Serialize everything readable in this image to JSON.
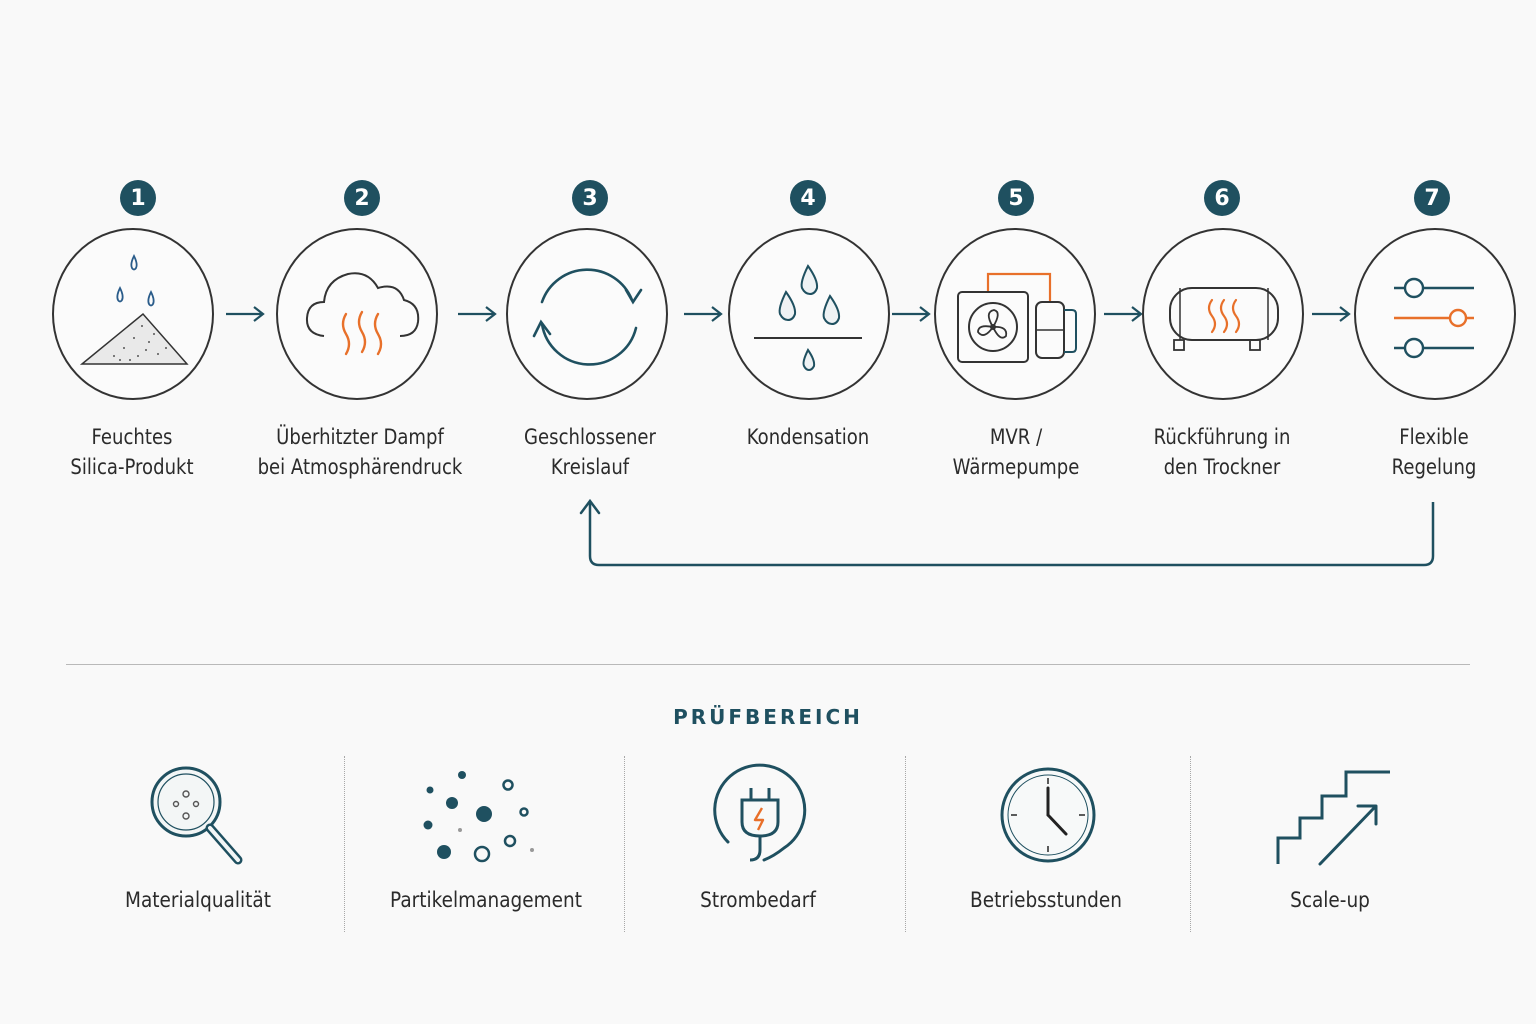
{
  "colors": {
    "teal": "#1f5060",
    "accent": "#e8702a",
    "line": "#333333",
    "background": "#f9f9f9"
  },
  "steps": [
    {
      "number": "1",
      "label_line1": "Feuchtes",
      "label_line2": "Silica-Produkt",
      "icon": "wet-powder-icon"
    },
    {
      "number": "2",
      "label_line1": "Überhitzter Dampf",
      "label_line2": "bei Atmosphärendruck",
      "icon": "steam-cloud-icon"
    },
    {
      "number": "3",
      "label_line1": "Geschlossener",
      "label_line2": "Kreislauf",
      "icon": "cycle-arrows-icon"
    },
    {
      "number": "4",
      "label_line1": "Kondensation",
      "label_line2": "",
      "icon": "condensation-drops-icon"
    },
    {
      "number": "5",
      "label_line1": "MVR /",
      "label_line2": "Wärmepumpe",
      "icon": "heat-pump-icon"
    },
    {
      "number": "6",
      "label_line1": "Rückführung in",
      "label_line2": "den Trockner",
      "icon": "dryer-drum-icon"
    },
    {
      "number": "7",
      "label_line1": "Flexible",
      "label_line2": "Regelung",
      "icon": "sliders-icon"
    }
  ],
  "section_title": "PRÜFBEREICH",
  "metrics": [
    {
      "label": "Materialqualität",
      "icon": "magnifier-icon"
    },
    {
      "label": "Partikelmanagement",
      "icon": "particles-icon"
    },
    {
      "label": "Strombedarf",
      "icon": "power-plug-icon"
    },
    {
      "label": "Betriebsstunden",
      "icon": "clock-icon"
    },
    {
      "label": "Scale-up",
      "icon": "stairs-growth-icon"
    }
  ]
}
